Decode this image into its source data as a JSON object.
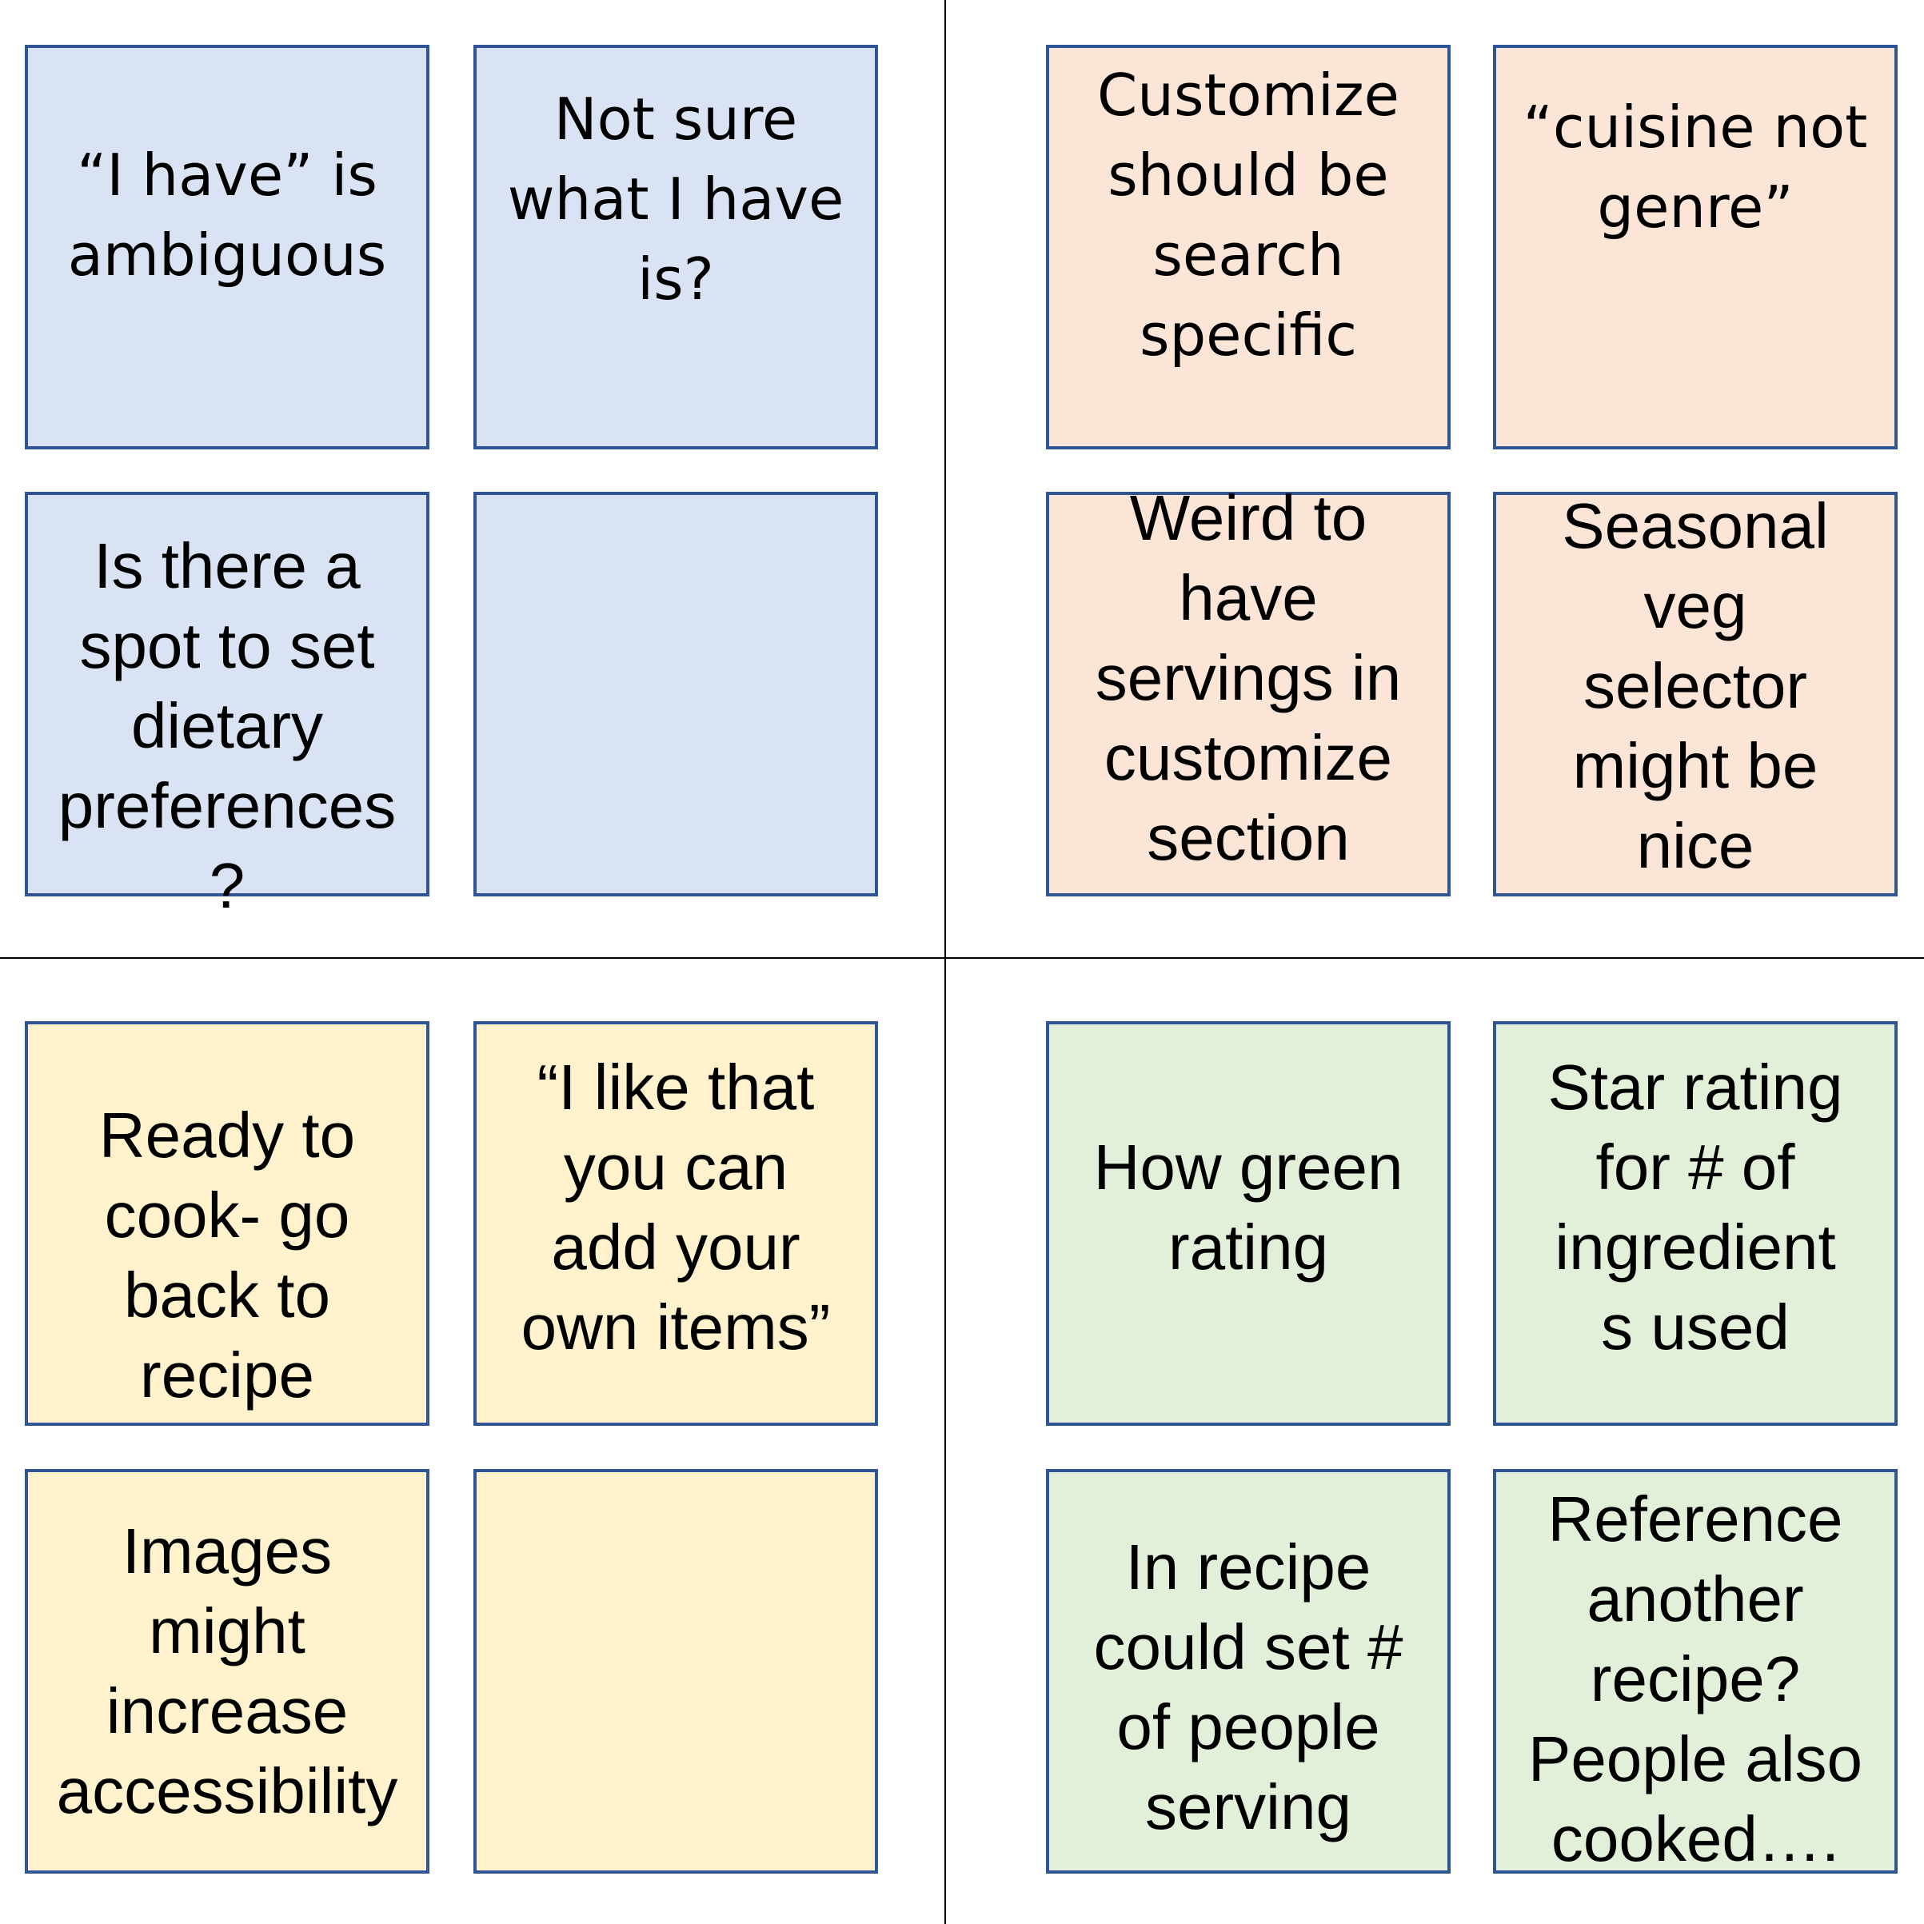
{
  "colors": {
    "blue": "#dae3f3",
    "peach": "#fbe5d6",
    "yellow": "#fff2cc",
    "green": "#e2f0d9",
    "border": "#2f5597",
    "divider": "#000000"
  },
  "quadrants": [
    {
      "color": "blue",
      "notes": [
        "“I have” is\nambiguous",
        "Not sure\nwhat I have\nis?",
        "Is there a\nspot to set\ndietary\npreferences\n?",
        ""
      ]
    },
    {
      "color": "peach",
      "notes": [
        "Customize\nshould be\nsearch\nspecific",
        "“cuisine not\ngenre”",
        "Weird to\nhave\nservings in\ncustomize\nsection",
        "Seasonal\nveg\nselector\nmight be\nnice"
      ]
    },
    {
      "color": "yellow",
      "notes": [
        "Ready to\ncook- go\nback to\nrecipe",
        "“I like that\nyou can\nadd your\nown items”",
        "Images\nmight\nincrease\naccessibility",
        ""
      ]
    },
    {
      "color": "green",
      "notes": [
        "How green\nrating",
        "Star rating\nfor # of\ningredient\ns used",
        "In recipe\ncould set #\nof people\nserving",
        "Reference\nanother\nrecipe?\nPeople also\ncooked…."
      ]
    }
  ]
}
